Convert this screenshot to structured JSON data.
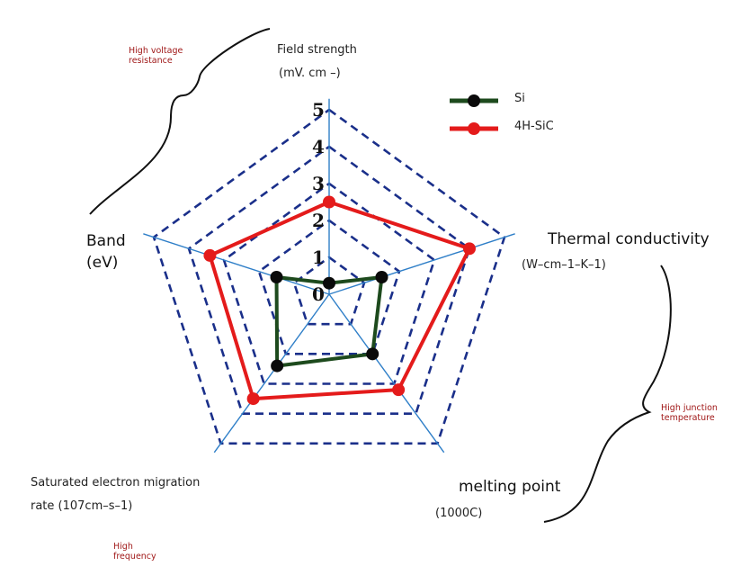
{
  "chart_data": {
    "type": "radar",
    "axes": [
      {
        "name": "Field strength",
        "unit": "(mV. cm –)"
      },
      {
        "name": "Thermal conductivity",
        "unit": "(W–cm–1–K–1)"
      },
      {
        "name": "melting point",
        "unit": "(1000C)"
      },
      {
        "name": "Saturated electron migration",
        "unit": "rate (107cm–s–1)"
      },
      {
        "name": "Band",
        "unit": "(eV)"
      }
    ],
    "scale_ticks": [
      "0",
      "1",
      "2",
      "3",
      "4",
      "5"
    ],
    "rlim": [
      0,
      5
    ],
    "series": [
      {
        "name": "Si",
        "color": "#0a0a0a",
        "line_color": "#1d4a1d",
        "values": [
          0.3,
          1.5,
          2.0,
          2.4,
          1.5
        ]
      },
      {
        "name": "4H-SiC",
        "color": "#e41b1b",
        "line_color": "#e41b1b",
        "values": [
          2.5,
          4.0,
          3.2,
          3.5,
          3.4
        ]
      }
    ],
    "annotations": [
      {
        "text": "High voltage\nresistance"
      },
      {
        "text": "High junction\ntemperature"
      },
      {
        "text": "High\nfrequency"
      }
    ],
    "colors": {
      "grid": "#1a2f8a",
      "axis": "#2f7fc8"
    }
  }
}
